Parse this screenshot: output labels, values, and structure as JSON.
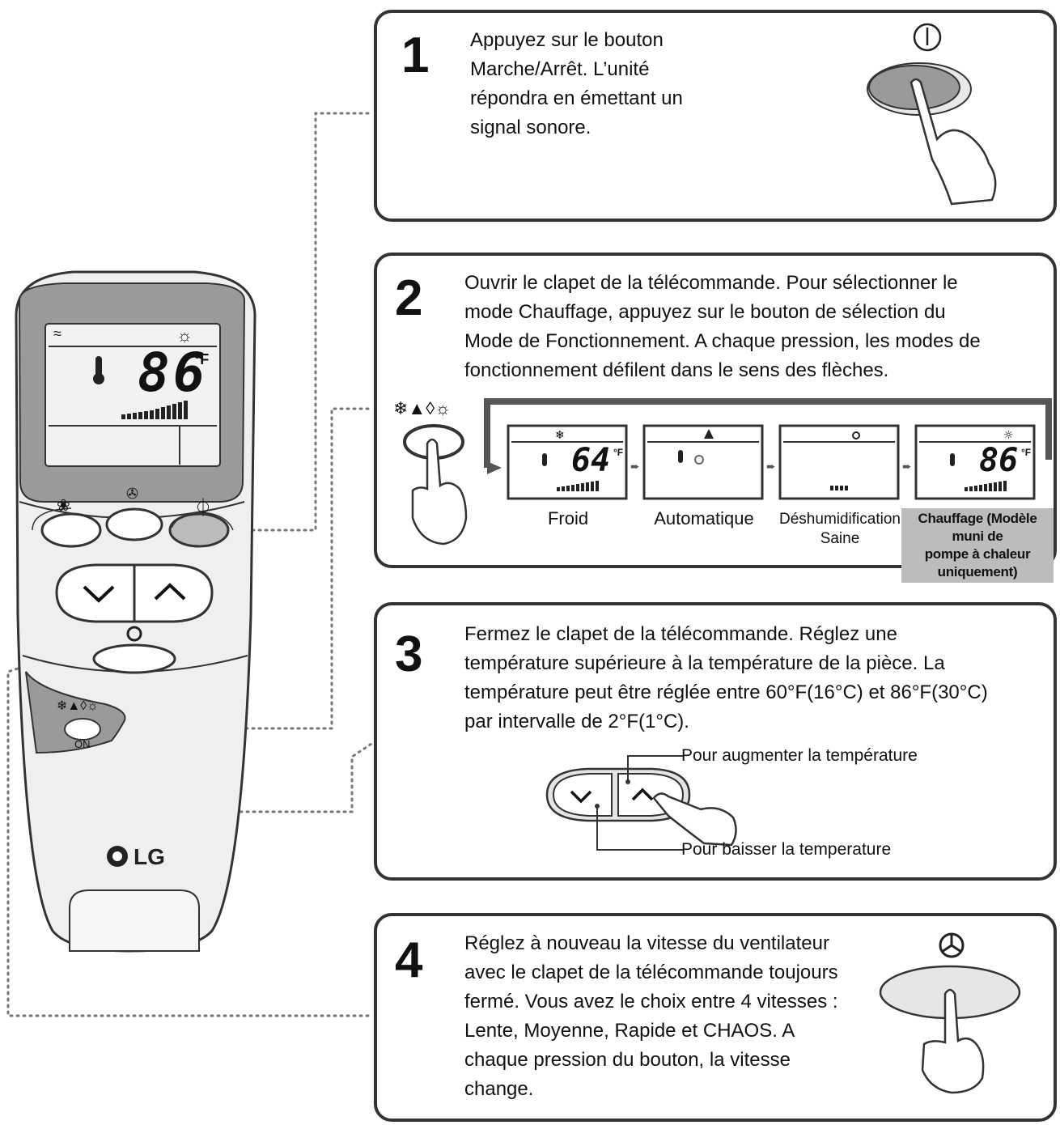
{
  "remote": {
    "display_temp": "86",
    "display_unit": "°F",
    "brand": "LG",
    "mode_icons": "❄▲◊☼",
    "on_label": "ON"
  },
  "step1": {
    "number": "1",
    "text_lines": [
      "Appuyez sur le bouton",
      "Marche/Arrêt. L’unité",
      "répondra en émettant un",
      "signal sonore."
    ]
  },
  "step2": {
    "number": "2",
    "text_lines": [
      "Ouvrir le clapet de la télécommande. Pour sélectionner le",
      "mode Chauffage, appuyez sur le bouton de sélection du",
      "Mode de Fonctionnement. A chaque pression, les modes de",
      "fonctionnement défilent dans le sens des flèches."
    ],
    "modes": [
      {
        "label": "Froid",
        "temp": "64",
        "unit": "°F"
      },
      {
        "label": "Automatique"
      },
      {
        "label_lines": [
          "Déshumidification",
          "Saine"
        ]
      },
      {
        "label_lines": [
          "Chauffage (Modèle muni de",
          "pompe à chaleur uniquement)"
        ],
        "temp": "86",
        "unit": "°F"
      }
    ]
  },
  "step3": {
    "number": "3",
    "text_lines": [
      "Fermez le clapet de la télécommande. Réglez une",
      "température supérieure à la température de la pièce. La",
      "température peut être réglée entre 60°F(16°C) et 86°F(30°C)",
      "par intervalle de 2°F(1°C)."
    ],
    "up_label": "Pour augmenter la température",
    "down_label": "Pour baisser la temperature"
  },
  "step4": {
    "number": "4",
    "text_lines": [
      "Réglez à nouveau la vitesse du ventilateur",
      "avec le clapet de la télécommande toujours",
      "fermé. Vous avez le choix entre 4 vitesses :",
      "Lente, Moyenne, Rapide et CHAOS. A",
      "chaque pression du bouton, la vitesse",
      "change."
    ]
  },
  "colors": {
    "border": "#333333",
    "lcd": "#f2f2f2",
    "remote_body": "#efefef",
    "screen_frame": "#9a9a9a"
  }
}
